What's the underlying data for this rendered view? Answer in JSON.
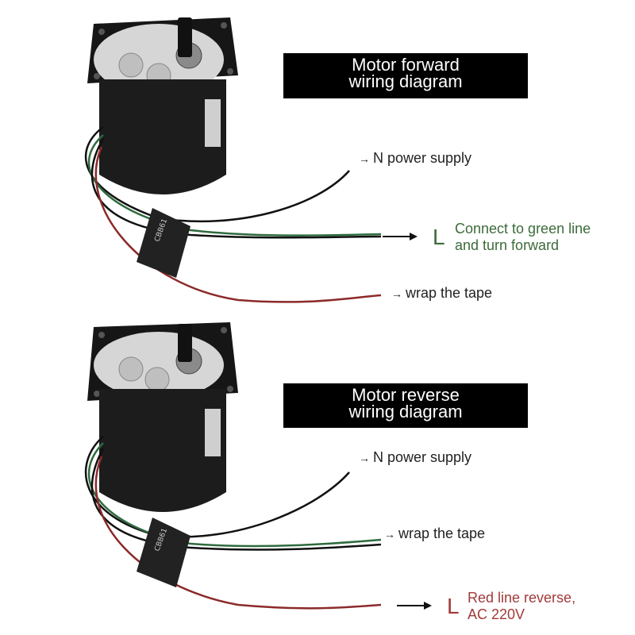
{
  "forward": {
    "title_line1": "Motor forward",
    "title_line2": "wiring diagram",
    "n_label": "N power supply",
    "l_letter": "L",
    "l_note_line1": "Connect to green line",
    "l_note_line2": "and turn forward",
    "tape_label": "wrap the tape",
    "accent_color": "#3c6b3a"
  },
  "reverse": {
    "title_line1": "Motor reverse",
    "title_line2": "wiring diagram",
    "n_label": "N power supply",
    "tape_label": "wrap the tape",
    "l_letter": "L",
    "l_note_line1": "Red line reverse,",
    "l_note_line2": "AC 220V",
    "accent_color": "#a23a3a"
  },
  "small_arrow": "→"
}
